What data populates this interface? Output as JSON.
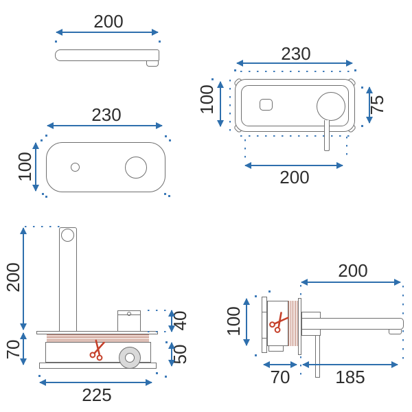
{
  "document": {
    "type": "technical-drawing",
    "subject": "wall-mounted basin mixer dimensions"
  },
  "colors": {
    "dimension_blue": "#2e6fad",
    "dot_blue": "#3d7ab8",
    "cut_red": "#c5402a",
    "hatch_red": "#bd7f6e",
    "line_gray": "#6e6e6e",
    "text_dark": "#2d2d2d",
    "fill_gray": "#d9d9d9",
    "background": "#ffffff"
  },
  "icons": {
    "cut": "scissors"
  },
  "views": {
    "spout_side": {
      "dims": {
        "length": "200"
      }
    },
    "mixer_plan": {
      "dims": {
        "width": "230",
        "height": "100",
        "handle": "75",
        "inner": "200"
      }
    },
    "plate_front": {
      "dims": {
        "width": "230",
        "height": "100"
      }
    },
    "valve_front": {
      "dims": {
        "height": "200",
        "depth": "70",
        "cartridge": "40",
        "lower": "50",
        "width": "225"
      }
    },
    "installed_side": {
      "dims": {
        "reach": "200",
        "plate": "100",
        "depth": "70",
        "spout": "185"
      }
    }
  }
}
